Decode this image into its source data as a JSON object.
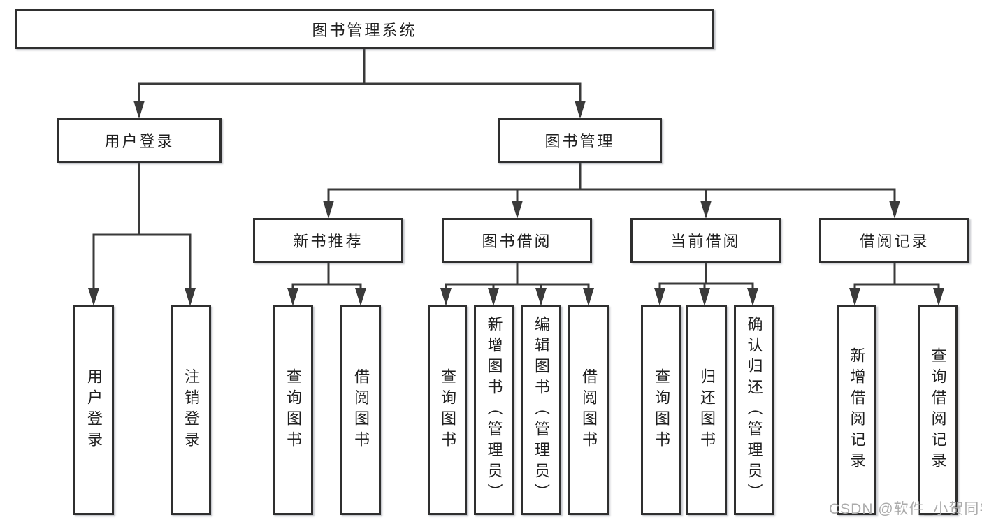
{
  "diagram": {
    "root": {
      "label": "图书管理系统"
    },
    "branches": [
      {
        "label": "用户登录",
        "children": [
          "用户登录",
          "注销登录"
        ]
      },
      {
        "label": "图书管理",
        "groups": [
          {
            "label": "新书推荐",
            "children": [
              "查询图书",
              "借阅图书"
            ]
          },
          {
            "label": "图书借阅",
            "children": [
              "查询图书",
              "新增图书（管理员）",
              "编辑图书（管理员）",
              "借阅图书"
            ]
          },
          {
            "label": "当前借阅",
            "children": [
              "查询图书",
              "归还图书",
              "确认归还（管理员）"
            ]
          },
          {
            "label": "借阅记录",
            "children": [
              "新增借阅记录",
              "查询借阅记录"
            ]
          }
        ]
      }
    ],
    "watermark": "CSDN @软件_小贺同学",
    "colors": {
      "line": "#3a3a3a",
      "box_border": "#2f2f2f",
      "box_fill": "#ffffff",
      "text": "#1f1f1f",
      "watermark": "#ababab",
      "background": "#ffffff"
    }
  }
}
